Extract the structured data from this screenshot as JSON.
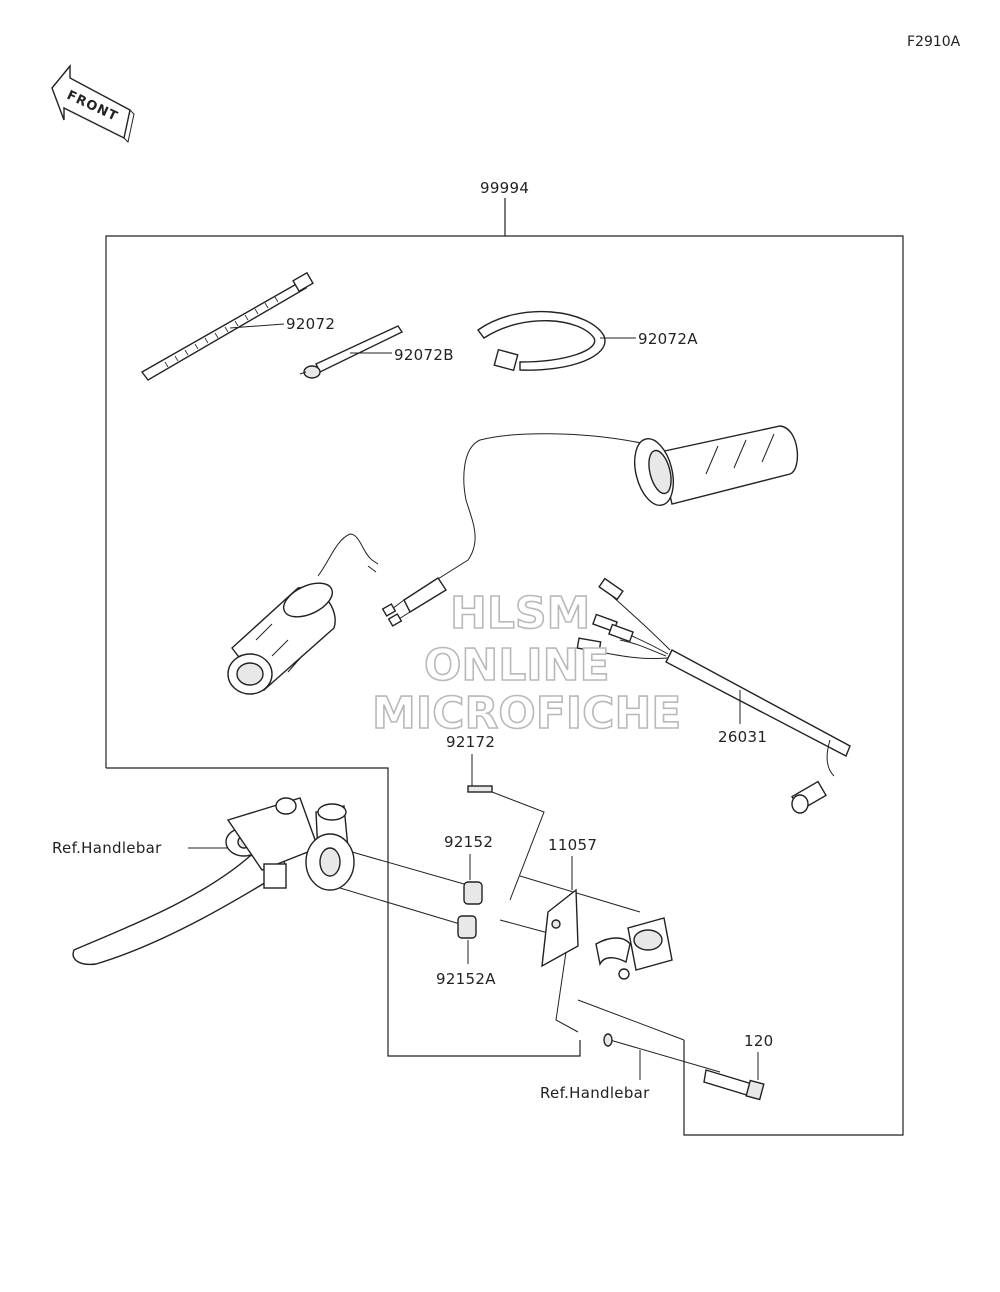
{
  "figure_code": "F2910A",
  "front_marker": "FRONT",
  "callouts": {
    "kit": "99994",
    "cable_tie": "92072",
    "cable_tie_b": "92072B",
    "band": "92072A",
    "harness": "26031",
    "screw": "92172",
    "collar": "92152",
    "collar_a": "92152A",
    "bracket": "11057",
    "bolt": "120",
    "ref_handlebar_left": "Ref.Handlebar",
    "ref_handlebar_bottom": "Ref.Handlebar"
  },
  "watermark": {
    "line1": "HLSM",
    "line2": "ONLINE",
    "line3": "MICROFICHE"
  }
}
